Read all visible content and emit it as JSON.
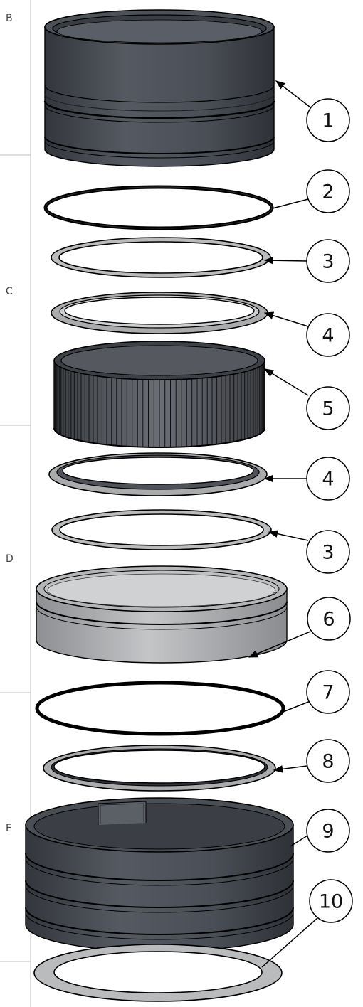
{
  "zones": [
    "B",
    "C",
    "D",
    "E"
  ],
  "callouts": [
    "1",
    "2",
    "3",
    "4",
    "5",
    "4",
    "3",
    "6",
    "7",
    "8",
    "9",
    "10"
  ],
  "colors": {
    "dark_part": "#4a4e57",
    "dark_part_shade": "#2f3238",
    "light_part": "#a9abad",
    "ring_light": "#b9bbbd",
    "outline": "#000000",
    "border_line": "#bdbdbd"
  }
}
